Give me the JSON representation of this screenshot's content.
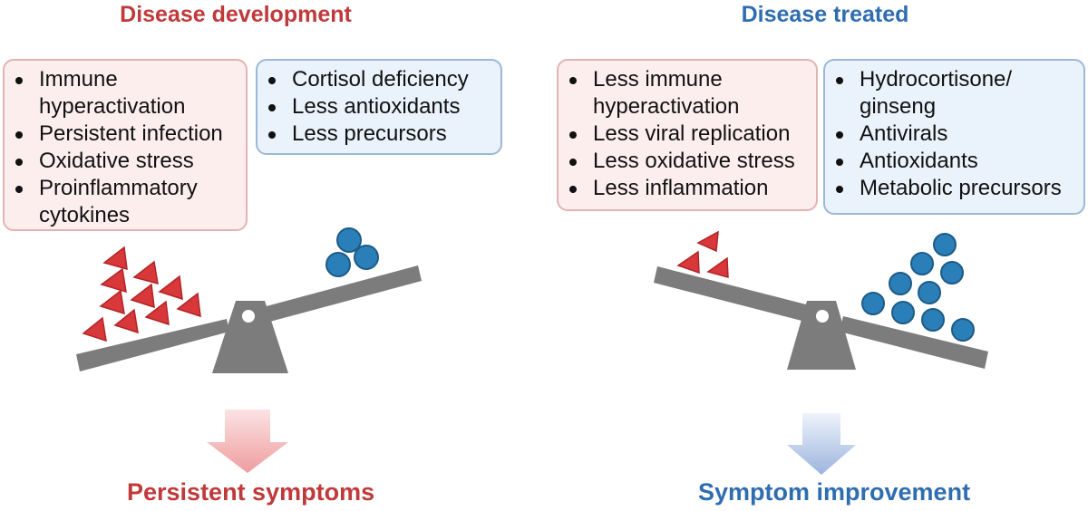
{
  "left": {
    "title": "Disease development",
    "pink_items": [
      "Immune hyperactivation",
      "Persistent infection",
      "Oxidative stress",
      "Proinflammatory cytokines"
    ],
    "blue_items": [
      "Cortisol deficiency",
      "Less antioxidants",
      "Less precursors"
    ],
    "outcome": "Persistent symptoms"
  },
  "right": {
    "title": "Disease treated",
    "pink_items": [
      "Less immune hyperactivation",
      "Less viral replication",
      "Less oxidative stress",
      "Less inflammation"
    ],
    "blue_items": [
      "Hydrocortisone/ ginseng",
      "Antivirals",
      "Antioxidants",
      "Metabolic precursors"
    ],
    "outcome": "Symptom improvement"
  },
  "colors": {
    "red_text": "#c0393b",
    "blue_text": "#2f6db1",
    "triangle_fill": "#d9383a",
    "circle_fill": "#2b7fb8",
    "seesaw_gray": "#7c7c7c",
    "pink_box_bg": "#fdeeee",
    "blue_box_bg": "#eaf2fb"
  },
  "icons": {
    "triangles": "triangle-icon",
    "circles": "circle-icon",
    "seesaw": "seesaw-icon",
    "arrow": "down-arrow-icon"
  }
}
